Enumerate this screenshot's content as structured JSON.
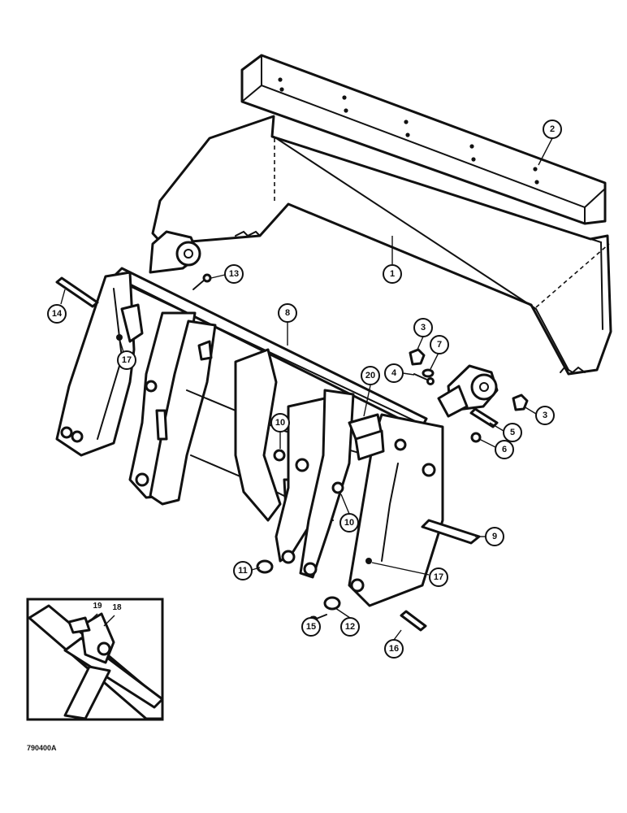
{
  "figure": {
    "code": "790400A"
  },
  "callouts": [
    {
      "id": "1",
      "label": "1"
    },
    {
      "id": "2",
      "label": "2"
    },
    {
      "id": "3a",
      "label": "3"
    },
    {
      "id": "3b",
      "label": "3"
    },
    {
      "id": "4",
      "label": "4"
    },
    {
      "id": "5",
      "label": "5"
    },
    {
      "id": "6",
      "label": "6"
    },
    {
      "id": "7",
      "label": "7"
    },
    {
      "id": "8",
      "label": "8"
    },
    {
      "id": "9",
      "label": "9"
    },
    {
      "id": "10a",
      "label": "10"
    },
    {
      "id": "10b",
      "label": "10"
    },
    {
      "id": "11",
      "label": "11"
    },
    {
      "id": "12",
      "label": "12"
    },
    {
      "id": "13",
      "label": "13"
    },
    {
      "id": "14",
      "label": "14"
    },
    {
      "id": "15",
      "label": "15"
    },
    {
      "id": "16",
      "label": "16"
    },
    {
      "id": "17a",
      "label": "17"
    },
    {
      "id": "17b",
      "label": "17"
    },
    {
      "id": "18",
      "label": "18"
    },
    {
      "id": "19",
      "label": "19"
    },
    {
      "id": "20",
      "label": "20"
    }
  ]
}
